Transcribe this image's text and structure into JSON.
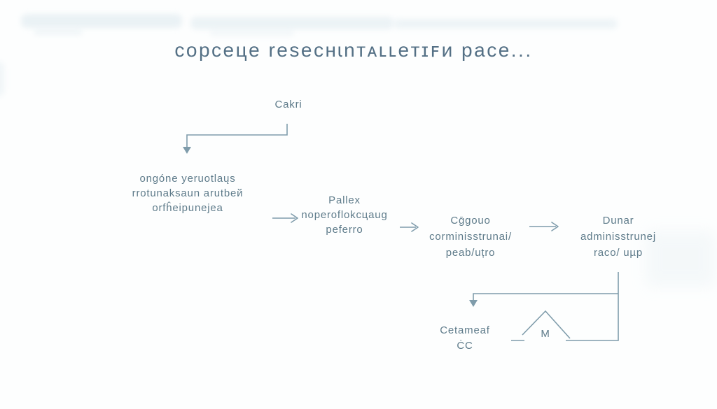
{
  "colors": {
    "background": "#fdfefe",
    "title_text": "#547085",
    "body_text": "#5e7b8a",
    "line": "#7f9cab",
    "smudge": "#dbe8ee"
  },
  "title": "copceцe resecнɩnᴛᴀʟʟeᴛɪꜰи pace...",
  "diagram": {
    "cakri": {
      "label": "Cakri"
    },
    "left_block": {
      "lines": [
        "ongóne yeruotlaųs",
        "rrotunaksaun arutbeй",
        "orfĥeipuneјea"
      ]
    },
    "pallex_block": {
      "lines": [
        "Pallex",
        "noperoflokcцaug",
        "peferro"
      ]
    },
    "cggouo_block": {
      "lines": [
        "Cḡgouo",
        "corminisstrunai/",
        "peab/uțro"
      ]
    },
    "dunar_block": {
      "lines": [
        "Dunar",
        "adminisstrunej",
        "raco/ uµp"
      ]
    },
    "cetameaf_block": {
      "lines": [
        "Cetameaf",
        "ĊC"
      ]
    },
    "m_label": {
      "label": "M"
    }
  }
}
